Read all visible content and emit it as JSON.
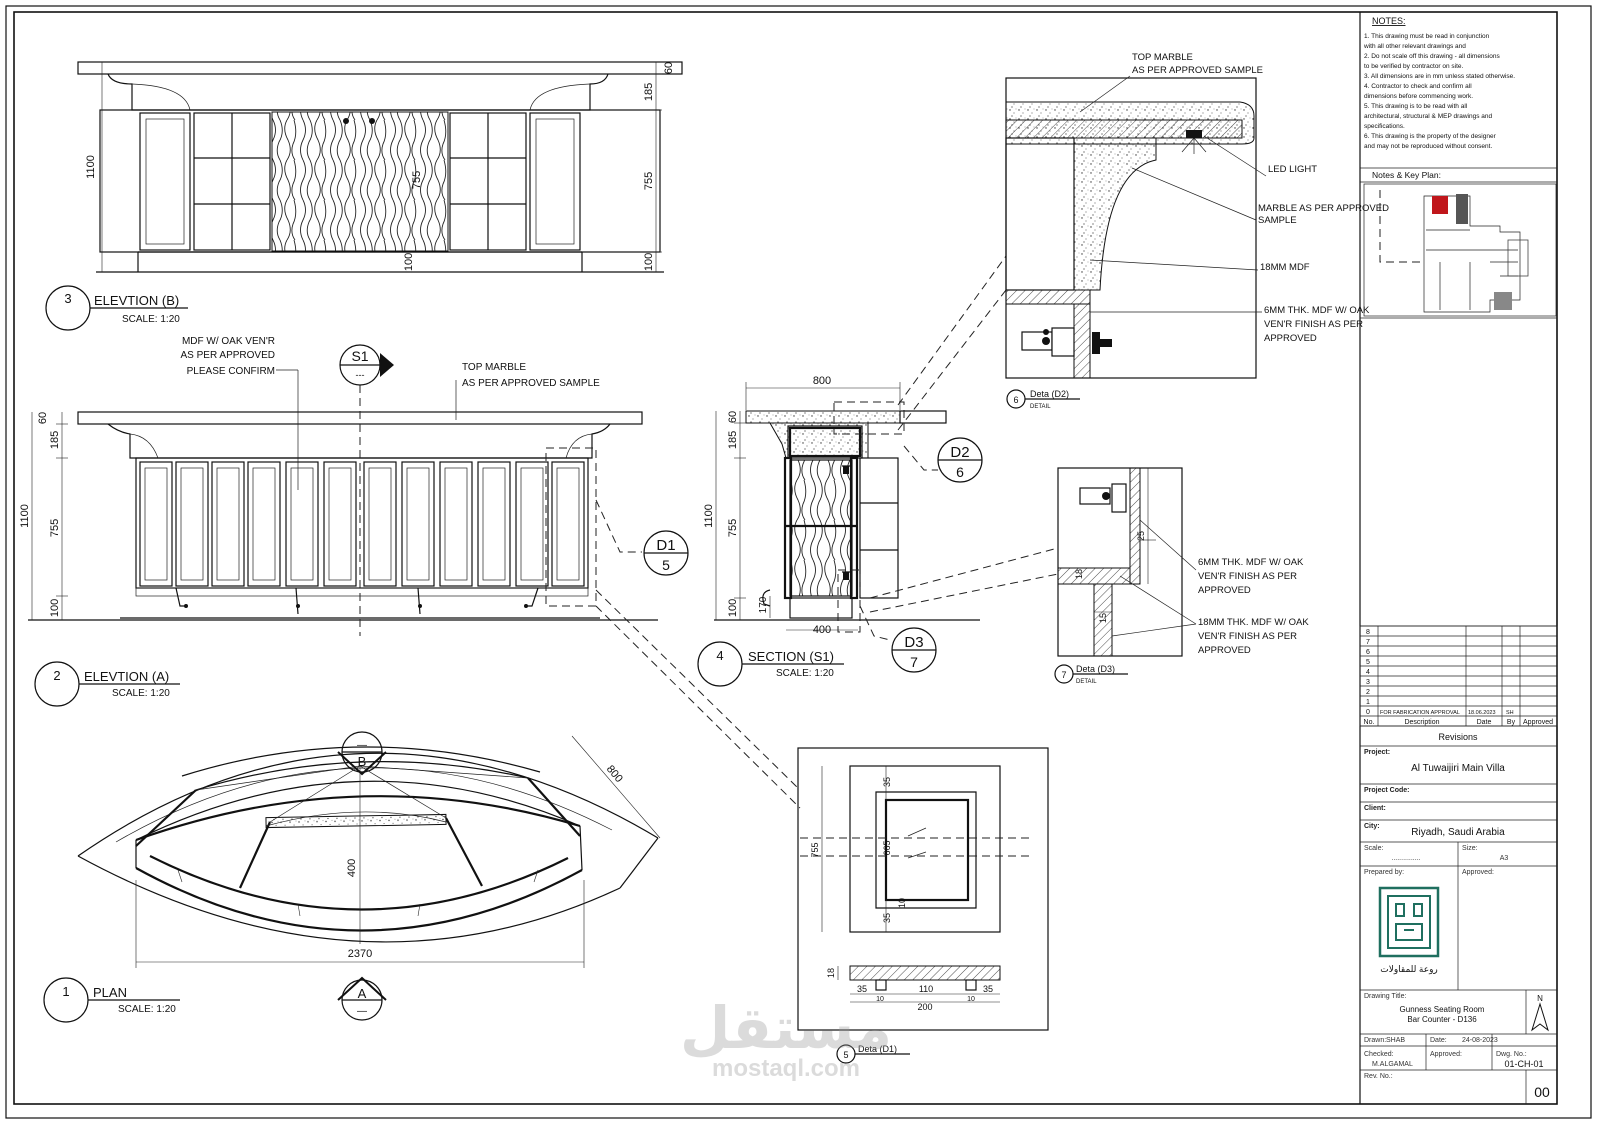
{
  "views": {
    "elev_b": {
      "num": "3",
      "title": "ELEVTION (B)",
      "scale": "SCALE: 1:20",
      "dims": [
        "60",
        "185",
        "755",
        "100",
        "1100",
        "755",
        "100"
      ]
    },
    "elev_a": {
      "num": "2",
      "title": "ELEVTION (A)",
      "scale": "SCALE: 1:20",
      "dims": [
        "60",
        "185",
        "1100",
        "755",
        "100"
      ]
    },
    "plan": {
      "num": "1",
      "title": "PLAN",
      "scale": "SCALE: 1:20",
      "dims": [
        "800",
        "400",
        "2370"
      ]
    },
    "section": {
      "num": "4",
      "title": "SECTION (S1)",
      "scale": "SCALE: 1:20",
      "dims": [
        "800",
        "60",
        "185",
        "1100",
        "755",
        "100",
        "170",
        "400"
      ]
    },
    "detail_d2": {
      "num": "6",
      "title": "Deta (D2)",
      "sub": "DETAIL"
    },
    "detail_d3": {
      "num": "7",
      "title": "Deta (D3)",
      "sub": "DETAIL",
      "dims": [
        "25",
        "18",
        "15"
      ]
    },
    "detail_d1": {
      "num": "5",
      "title": "Deta (D1)",
      "dims": [
        "35",
        "665",
        "10",
        "35",
        "755",
        "18",
        "35",
        "10",
        "110",
        "10",
        "35",
        "200"
      ]
    }
  },
  "markers": {
    "s1": {
      "top": "S1",
      "bottom": "---"
    },
    "a": {
      "top": "—",
      "bottom": "A"
    },
    "b": {
      "top": "—",
      "bottom": "B"
    },
    "d1": {
      "top": "D1",
      "bottom": "5"
    },
    "d2": {
      "top": "D2",
      "bottom": "6"
    },
    "d3": {
      "top": "D3",
      "bottom": "7"
    }
  },
  "notes": {
    "mdf": [
      "MDF W/ OAK VEN'R",
      "AS PER APPROVED",
      "PLEASE CONFIRM"
    ],
    "top_marble": [
      "TOP MARBLE",
      "AS PER APPROVED SAMPLE"
    ],
    "d2_top_marble": [
      "TOP MARBLE",
      "AS PER APPROVED SAMPLE"
    ],
    "led": "LED LIGHT",
    "marble": [
      "MARBLE AS PER APPROVED",
      "SAMPLE"
    ],
    "mdf18": "18MM MDF",
    "d2_6mm": [
      "6MM THK. MDF W/ OAK",
      "VEN'R FINISH AS PER",
      "APPROVED"
    ],
    "d3_6mm": [
      "6MM THK. MDF W/ OAK",
      "VEN'R FINISH AS PER",
      "APPROVED"
    ],
    "d3_18mm": [
      "18MM THK. MDF W/ OAK",
      "VEN'R FINISH AS PER",
      "APPROVED"
    ]
  },
  "title_block": {
    "notes_title": "NOTES:",
    "notes_lines": [
      "1. This drawing must be read in conjunction",
      "   with all other relevant drawings and",
      "2. Do not scale off this drawing - all dimensions",
      "   to be verified by contractor on site.",
      "3. All dimensions are in mm unless stated otherwise.",
      "4. Contractor to check and confirm all",
      "   dimensions before commencing work.",
      "5. This drawing is to be read with all",
      "   architectural, structural & MEP drawings and",
      "   specifications.",
      "6. This drawing is the property of the designer",
      "   and may not be reproduced without consent."
    ],
    "key_plan_title": "Notes & Key Plan:",
    "rev_rows": [
      "8",
      "7",
      "6",
      "5",
      "4",
      "3",
      "2",
      "1",
      "0"
    ],
    "rev_row0": [
      "FOR FABRICATION APPROVAL",
      "18.06.2023",
      "SH"
    ],
    "rev_headers": [
      "No.",
      "Description",
      "Date",
      "By",
      "Approved"
    ],
    "revisions_label": "Revisions",
    "project_label": "Project:",
    "project": "Al Tuwaijiri Main Villa",
    "project_code_label": "Project Code:",
    "client_label": "Client:",
    "city_label": "City:",
    "city": "Riyadh, Saudi Arabia",
    "scale_label": "Scale:",
    "scale_value": "...............",
    "size_label": "Size:",
    "size_value": "A3",
    "prepared_label": "Prepared by:",
    "logo_caption": "روعة للمقاولات",
    "drawing_title_label": "Drawing Title:",
    "drawing_title": [
      "Gunness Seating Room",
      "Bar Counter - D136"
    ],
    "drawn_label": "Drawn:",
    "drawn_value": "SHAB",
    "date_label": "Date:",
    "date_value": "24-08-2023",
    "checked_label": "Checked:",
    "checked_value": "M.ALGAMAL",
    "approved_label": "Approved:",
    "dwg_no_label": "Dwg. No.:",
    "dwg_no": "01-CH-01",
    "rev_label": "Rev. No.:",
    "rev_value": "00",
    "north": "N"
  },
  "watermark": {
    "arabic": "مستقل",
    "latin": "mostaql.com"
  }
}
